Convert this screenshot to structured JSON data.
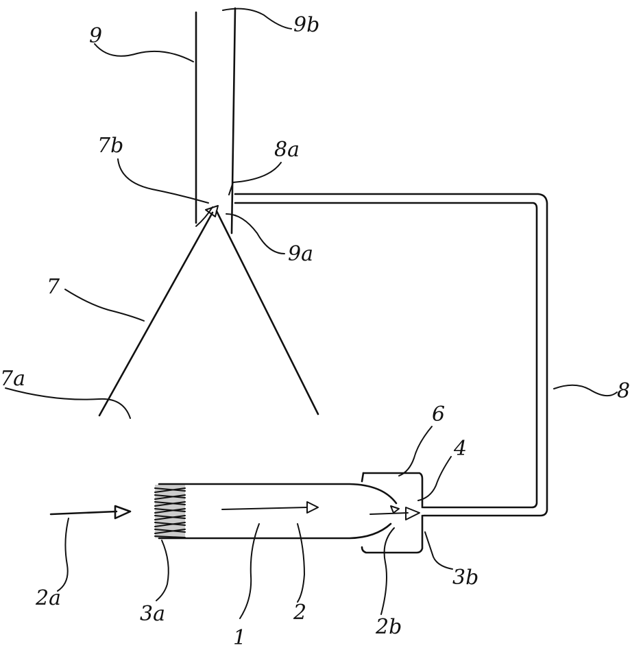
{
  "figure": {
    "labels": {
      "l9": "9",
      "l9b": "9b",
      "l7b": "7b",
      "l8a": "8a",
      "l9a": "9a",
      "l7": "7",
      "l7a": "7a",
      "l8": "8",
      "l6": "6",
      "l4": "4",
      "l3b": "3b",
      "l2a": "2a",
      "l3a": "3a",
      "l2": "2",
      "l1": "1",
      "l2b": "2b"
    }
  }
}
